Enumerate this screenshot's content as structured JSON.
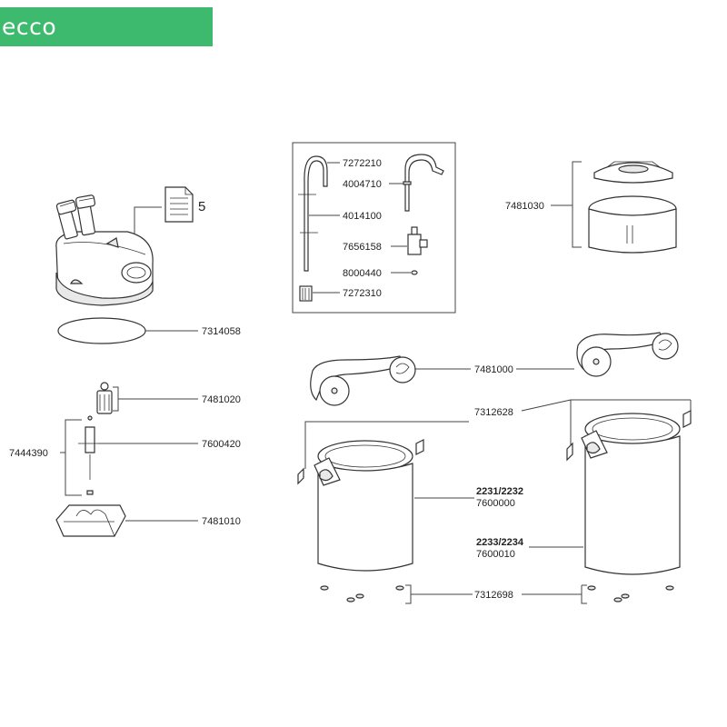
{
  "header": {
    "brand": "ecco",
    "brand_color": "#3dba6e"
  },
  "callouts": {
    "manual_number": "5",
    "p7314058": "7314058",
    "p7481020": "7481020",
    "p7444390": "7444390",
    "p7600420": "7600420",
    "p7481010": "7481010",
    "p7272210": "7272210",
    "p4004710": "4004710",
    "p4014100": "4014100",
    "p7656158": "7656158",
    "p8000440": "8000440",
    "p7272310": "7272310",
    "p7481030": "7481030",
    "p7481000": "7481000",
    "p7312628": "7312628",
    "model_a": "2231/2232",
    "model_a_part": "7600000",
    "model_b": "2233/2234",
    "model_b_part": "7600010",
    "p7312698": "7312698"
  },
  "icons": [
    "document-icon"
  ]
}
